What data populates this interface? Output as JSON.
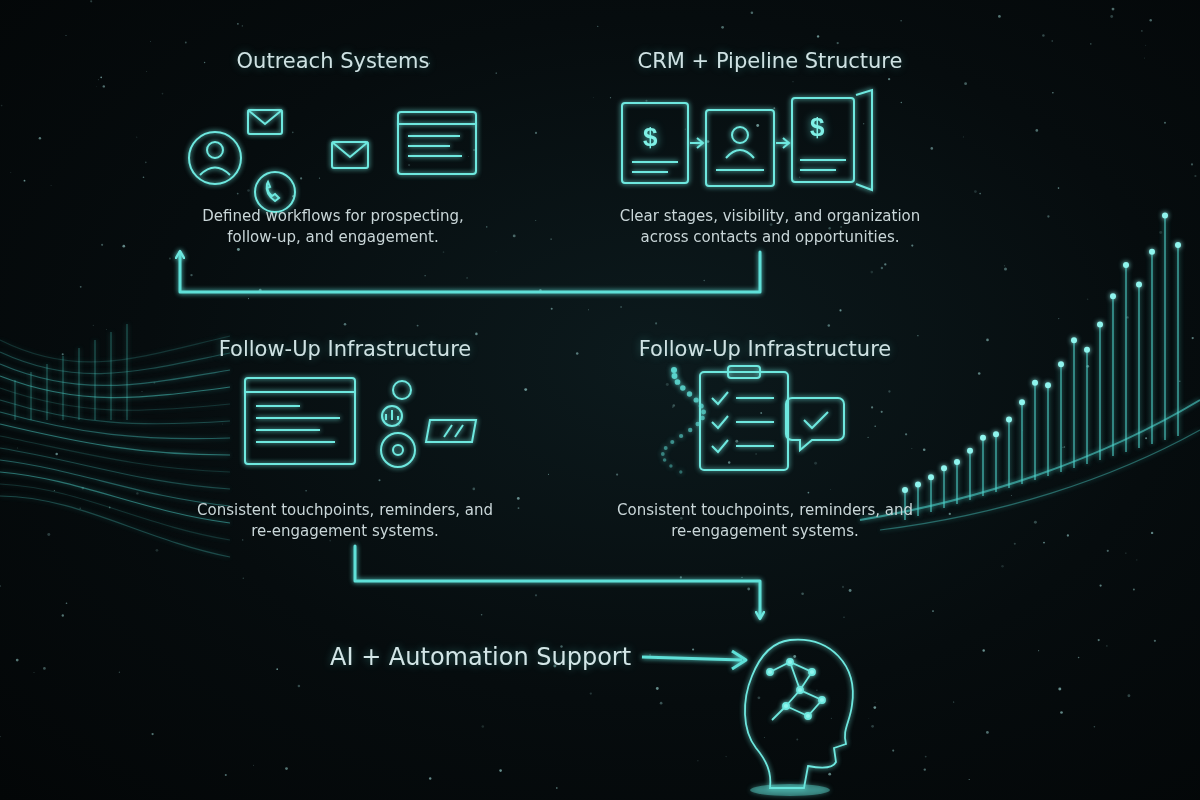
{
  "diagram": {
    "nodes": [
      {
        "text": [
          "Outreach Systems",
          "Defined workflows for prospecting, follow-up, and engagement."
        ]
      },
      {
        "text": [
          "CRM + Pipeline Structure",
          "Clear stages, visibility, and organization across contacts and opportunities."
        ]
      },
      {
        "text": [
          "Follow-Up Infrastructure",
          "Consistent touchpoints, reminders, and re-engagement systems."
        ]
      },
      {
        "text": [
          "Follow-Up Infrastructure",
          "Consistent touchpoints, reminders, and re-engagement systems."
        ]
      },
      {
        "text": [
          "AI + Automation Support"
        ]
      }
    ],
    "edges": [
      {
        "from": 0,
        "to": 1,
        "arrow": "to"
      },
      {
        "from": 1,
        "to": 3,
        "arrow": "to"
      },
      {
        "from": 1,
        "to": 0,
        "arrow": "to"
      },
      {
        "from": 2,
        "to": 3,
        "arrow": "to"
      },
      {
        "from": 2,
        "to": 4,
        "arrow": "to"
      },
      {
        "from": 3,
        "to": 4,
        "arrow": "to"
      }
    ],
    "labels": [
      "$",
      "$"
    ]
  }
}
